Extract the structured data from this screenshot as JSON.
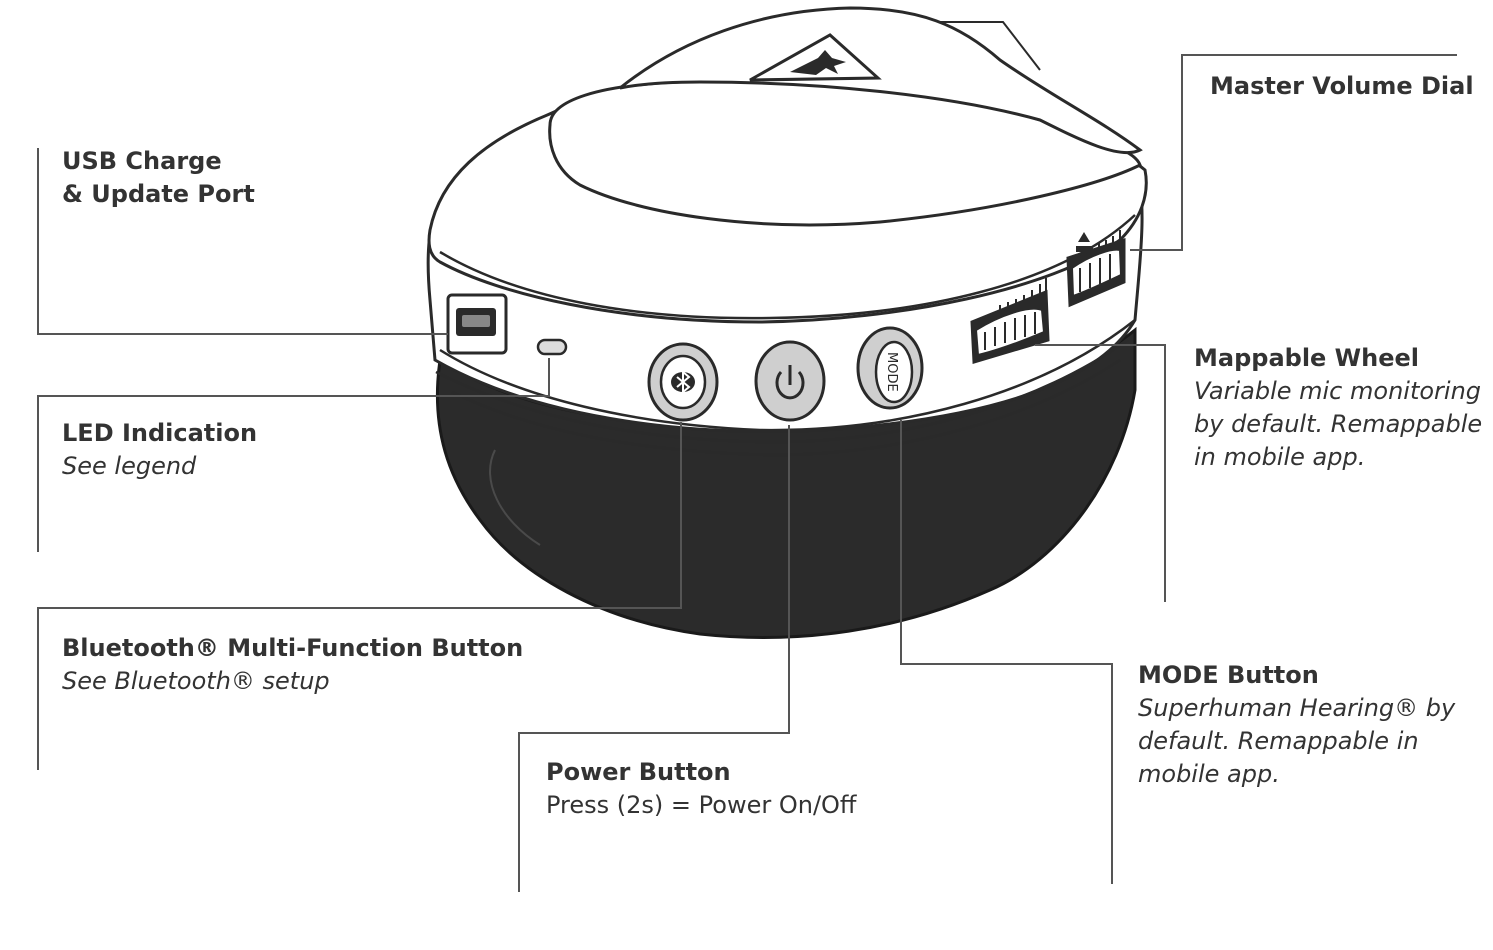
{
  "callouts": {
    "usb": {
      "title": "USB Charge\n& Update Port"
    },
    "led": {
      "title": "LED Indication",
      "desc": "See legend"
    },
    "bluetooth": {
      "title": "Bluetooth® Multi-Function Button",
      "desc": "See Bluetooth® setup"
    },
    "power": {
      "title": "Power Button",
      "desc": "Press (2s) = Power On/Off"
    },
    "master_volume": {
      "title": "Master Volume Dial"
    },
    "mappable_wheel": {
      "title": "Mappable Wheel",
      "desc": "Variable mic monitoring\nby default. Remappable\nin mobile app."
    },
    "mode": {
      "title": "MODE Button",
      "desc": "Superhuman Hearing® by\ndefault. Remappable in\nmobile app."
    }
  },
  "device": {
    "mode_button_text": "MODE"
  },
  "colors": {
    "line": "#555555",
    "text": "#333333",
    "cushion": "#2b2b2b",
    "button_fill": "#cfcfcf"
  }
}
